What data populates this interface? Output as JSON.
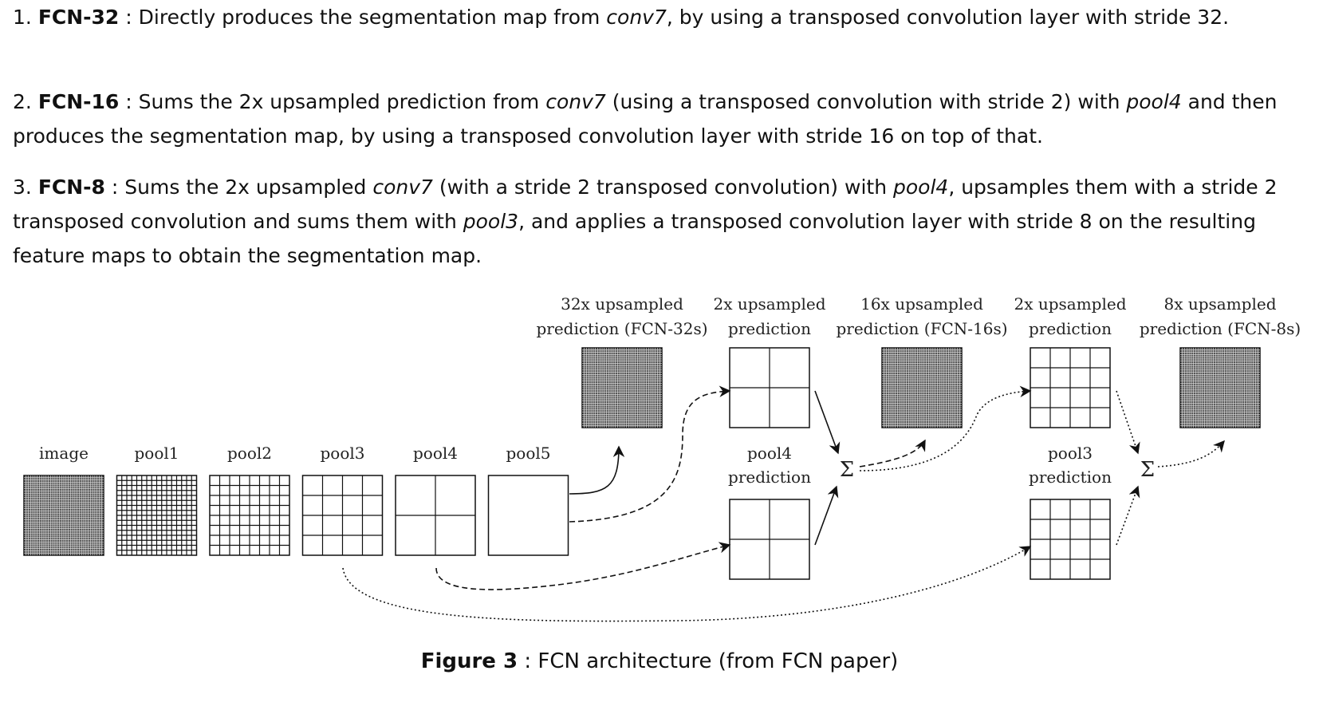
{
  "items": [
    {
      "number": "1.",
      "name": "FCN-32",
      "segments": [
        {
          "t": " : Directly produces the segmentation map from "
        },
        {
          "t": "conv7",
          "i": true
        },
        {
          "t": ", by using a transposed convolution layer with stride 32."
        }
      ]
    },
    {
      "number": "2.",
      "name": "FCN-16",
      "segments": [
        {
          "t": " : Sums the 2x upsampled prediction from "
        },
        {
          "t": "conv7",
          "i": true
        },
        {
          "t": " (using a transposed convolution with stride 2) with "
        },
        {
          "t": "pool4",
          "i": true
        },
        {
          "t": " and then produces the segmentation map, by using a transposed convolution layer with stride 16 on top of that."
        }
      ]
    },
    {
      "number": "3.",
      "name": "FCN-8",
      "segments": [
        {
          "t": " : Sums the 2x upsampled "
        },
        {
          "t": "conv7",
          "i": true
        },
        {
          "t": " (with a stride 2 transposed convolution) with "
        },
        {
          "t": "pool4",
          "i": true
        },
        {
          "t": ", upsamples them with a stride 2 transposed convolution and sums them with "
        },
        {
          "t": "pool3",
          "i": true
        },
        {
          "t": ", and applies a transposed convolution layer with stride 8 on the resulting feature maps to obtain the segmentation map."
        }
      ]
    }
  ],
  "figure": {
    "layers": [
      {
        "label": "image",
        "grid": 36
      },
      {
        "label": "pool1",
        "grid": 16
      },
      {
        "label": "pool2",
        "grid": 8
      },
      {
        "label": "pool3",
        "grid": 4
      },
      {
        "label": "pool4",
        "grid": 2
      },
      {
        "label": "pool5",
        "grid": 1
      }
    ],
    "top_labels": [
      {
        "line1": "32x upsampled",
        "line2": "prediction (FCN-32s)",
        "grid": 36
      },
      {
        "line1": "2x upsampled",
        "line2": "prediction",
        "grid": 2
      },
      {
        "line1": "16x upsampled",
        "line2": "prediction (FCN-16s)",
        "grid": 36
      },
      {
        "line1": "2x upsampled",
        "line2": "prediction",
        "grid": 4
      },
      {
        "line1": "8x upsampled",
        "line2": "prediction (FCN-8s)",
        "grid": 36
      }
    ],
    "mid_labels": [
      {
        "line1": "pool4",
        "line2": "prediction",
        "grid": 2
      },
      {
        "line1": "pool3",
        "line2": "prediction",
        "grid": 4
      }
    ],
    "sum_symbol": "Σ"
  },
  "caption": {
    "label": "Figure 3",
    "text": " : FCN architecture (from FCN paper)"
  }
}
